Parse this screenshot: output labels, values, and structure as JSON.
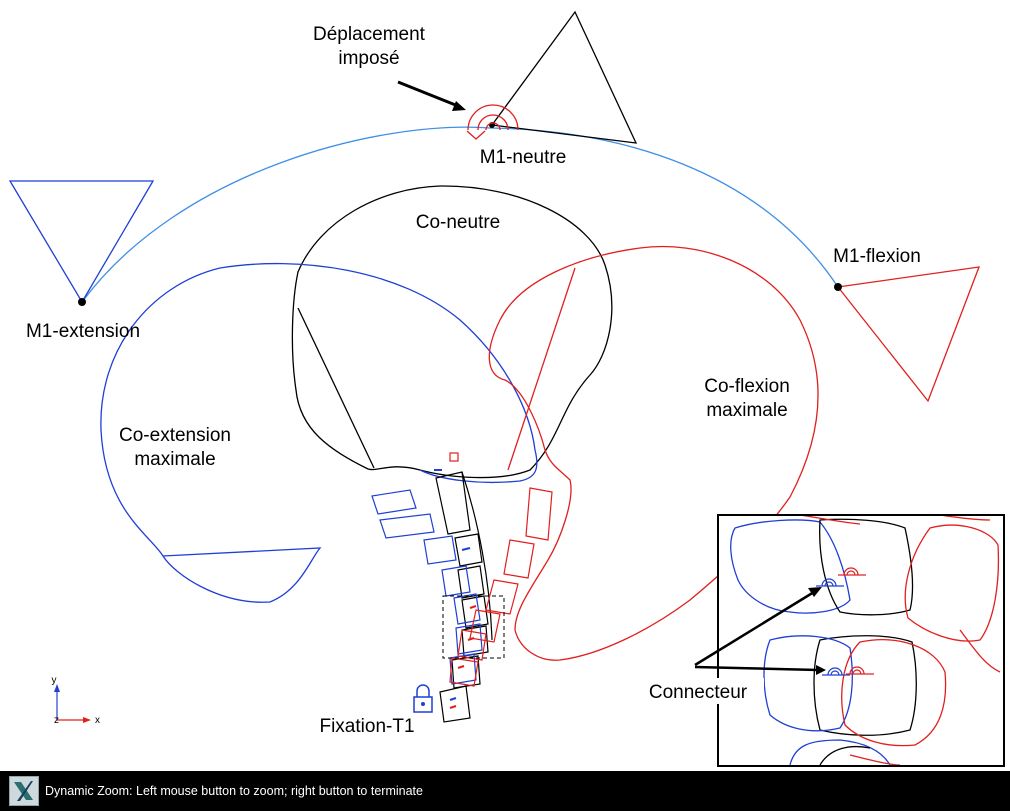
{
  "labels": {
    "imposed_displacement": [
      "Déplacement",
      "imposé"
    ],
    "m1_neutral": "M1-neutre",
    "m1_extension": "M1-extension",
    "m1_flexion": "M1-flexion",
    "co_neutral": "Co-neutre",
    "co_extension": [
      "Co-extension",
      "maximale"
    ],
    "co_flexion": [
      "Co-flexion",
      "maximale"
    ],
    "fixation": "Fixation-T1",
    "connector": "Connecteur"
  },
  "axes_triad": {
    "y": "y",
    "x": "x",
    "z": "z"
  },
  "status_bar": {
    "icon": "dynamic-zoom-icon",
    "message": "Dynamic Zoom: Left mouse button to zoom; right button to terminate"
  },
  "colors": {
    "neutral": "#000000",
    "extension": "#1f3fd6",
    "flexion": "#e0201e",
    "trajectory": "#3f8fe8"
  }
}
